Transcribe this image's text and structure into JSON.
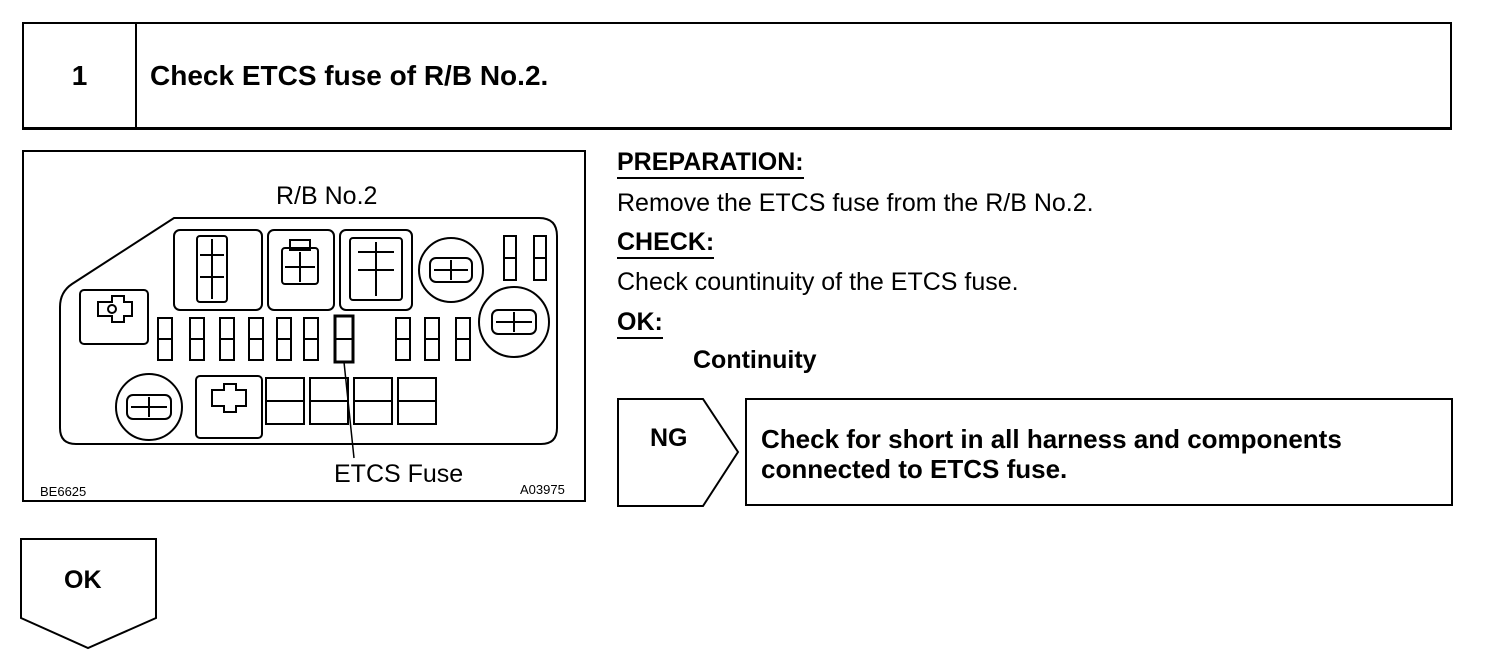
{
  "step": {
    "number": "1",
    "title": "Check ETCS fuse of R/B No.2."
  },
  "figure": {
    "title": "R/B No.2",
    "callout": "ETCS Fuse",
    "code_left": "BE6625",
    "code_right": "A03975"
  },
  "preparation": {
    "heading": "PREPARATION:",
    "text": "Remove the ETCS fuse from the R/B No.2."
  },
  "check": {
    "heading": "CHECK:",
    "text": "Check countinuity of the ETCS fuse."
  },
  "ok_spec": {
    "heading": "OK:",
    "value": "Continuity"
  },
  "ng": {
    "label": "NG",
    "action_line1": "Check for short in all harness and components",
    "action_line2": "connected to ETCS fuse."
  },
  "ok_branch": {
    "label": "OK"
  }
}
